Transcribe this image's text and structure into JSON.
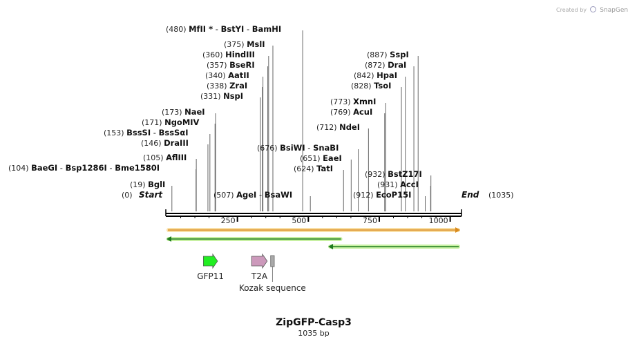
{
  "credit": {
    "prefix": "Created by",
    "brand": "SnapGene"
  },
  "map": {
    "title": "ZipGFP-Casp3",
    "subtitle": "1035 bp",
    "length": 1035,
    "ticks": [
      {
        "value": 250,
        "label": "250"
      },
      {
        "value": 500,
        "label": "500"
      },
      {
        "value": 750,
        "label": "750"
      },
      {
        "value": 1000,
        "label": "1000"
      }
    ],
    "start_label": {
      "pos": "(0)",
      "name": "Start"
    },
    "end_label": {
      "name": "End",
      "pos": "(1035)"
    },
    "enzyme_groups": [
      {
        "pos_text": "(19)",
        "site": 19,
        "names": [
          "BglI"
        ]
      },
      {
        "pos_text": "(104)",
        "site": 104,
        "names": [
          "BaeGI",
          "Bsp1286I",
          "Bme1580I"
        ]
      },
      {
        "pos_text": "(105)",
        "site": 105,
        "names": [
          "AflIII"
        ]
      },
      {
        "pos_text": "(146)",
        "site": 146,
        "names": [
          "DraIII"
        ]
      },
      {
        "pos_text": "(153)",
        "site": 153,
        "names": [
          "BssSI",
          "BssSαI"
        ]
      },
      {
        "pos_text": "(171)",
        "site": 171,
        "names": [
          "NgoMIV"
        ]
      },
      {
        "pos_text": "(173)",
        "site": 173,
        "names": [
          "NaeI"
        ]
      },
      {
        "pos_text": "(331)",
        "site": 331,
        "names": [
          "NspI"
        ]
      },
      {
        "pos_text": "(338)",
        "site": 338,
        "names": [
          "ZraI"
        ]
      },
      {
        "pos_text": "(340)",
        "site": 340,
        "names": [
          "AatII"
        ]
      },
      {
        "pos_text": "(357)",
        "site": 357,
        "names": [
          "BseRI"
        ]
      },
      {
        "pos_text": "(360)",
        "site": 360,
        "names": [
          "HindIII"
        ]
      },
      {
        "pos_text": "(375)",
        "site": 375,
        "names": [
          "MslI"
        ]
      },
      {
        "pos_text": "(480)",
        "site": 480,
        "names": [
          "MfII *",
          "BstYI",
          "BamHI"
        ]
      },
      {
        "pos_text": "(507)",
        "site": 507,
        "names": [
          "AgeI",
          "BsaWI"
        ]
      },
      {
        "pos_text": "(624)",
        "site": 624,
        "names": [
          "TatI"
        ]
      },
      {
        "pos_text": "(651)",
        "site": 651,
        "names": [
          "EaeI"
        ]
      },
      {
        "pos_text": "(676)",
        "site": 676,
        "names": [
          "BsiWI",
          "SnaBI"
        ]
      },
      {
        "pos_text": "(712)",
        "site": 712,
        "names": [
          "NdeI"
        ]
      },
      {
        "pos_text": "(769)",
        "site": 769,
        "names": [
          "AcuI"
        ]
      },
      {
        "pos_text": "(773)",
        "site": 773,
        "names": [
          "XmnI"
        ]
      },
      {
        "pos_text": "(828)",
        "site": 828,
        "names": [
          "TsoI"
        ]
      },
      {
        "pos_text": "(842)",
        "site": 842,
        "names": [
          "HpaI"
        ]
      },
      {
        "pos_text": "(872)",
        "site": 872,
        "names": [
          "DraI"
        ]
      },
      {
        "pos_text": "(887)",
        "site": 887,
        "names": [
          "SspI"
        ]
      },
      {
        "pos_text": "(912)",
        "site": 912,
        "names": [
          "EcoP15I"
        ]
      },
      {
        "pos_text": "(931)",
        "site": 931,
        "names": [
          "AccI"
        ]
      },
      {
        "pos_text": "(932)",
        "site": 932,
        "names": [
          "BstZ17I"
        ]
      }
    ],
    "arrows": [
      {
        "kind": "orange",
        "start": 0,
        "end": 1035,
        "direction": "forward"
      },
      {
        "kind": "green",
        "start": 0,
        "end": 620,
        "direction": "reverse"
      },
      {
        "kind": "green",
        "start": 570,
        "end": 1035,
        "direction": "reverse"
      }
    ],
    "features": [
      {
        "name": "GFP11",
        "start": 130,
        "end": 180,
        "color": "#22ee22",
        "shape": "arrow"
      },
      {
        "name": "T2A",
        "start": 300,
        "end": 355,
        "color": "#cc99bb",
        "shape": "arrow"
      },
      {
        "name": "Kozak sequence",
        "start": 367,
        "end": 380,
        "color": "#aaaaaa",
        "shape": "box"
      }
    ],
    "colors": {
      "backbone": "#000000",
      "arrow_orange": "#d98a1e",
      "arrow_orange_glow": "#f8dfa6",
      "arrow_green": "#1e7a1e",
      "arrow_green_glow": "#c7f0a2"
    }
  }
}
